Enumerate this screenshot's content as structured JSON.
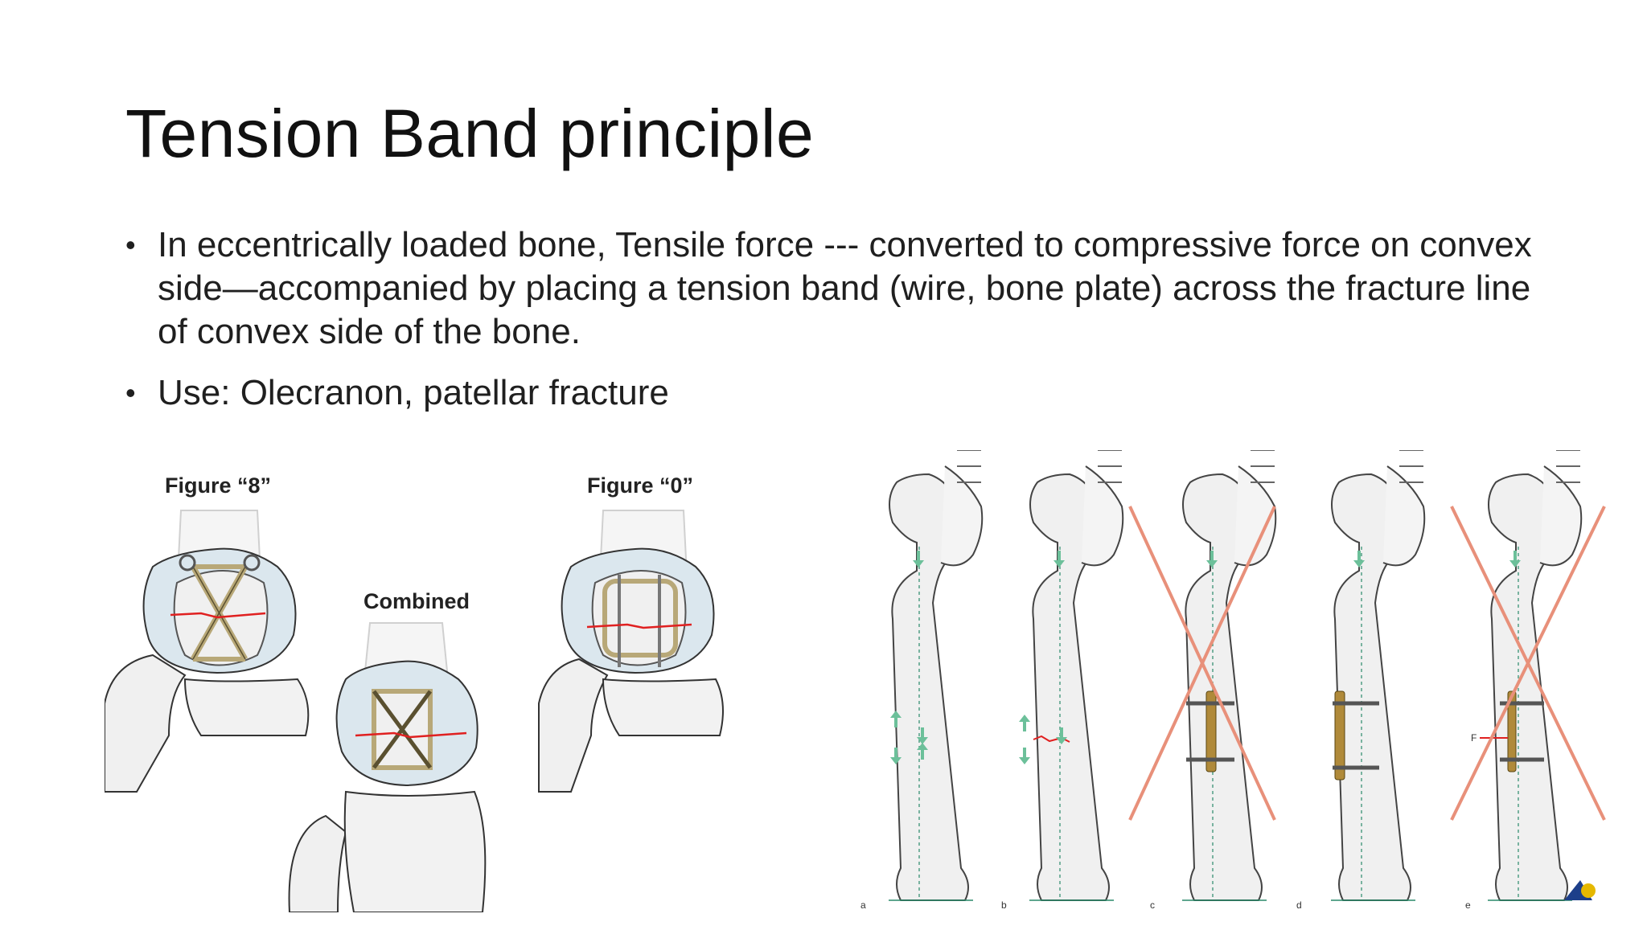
{
  "slide": {
    "title": "Tension Band principle",
    "bullets": [
      "In eccentrically loaded bone, Tensile force --- converted to compressive force on convex side—accompanied by placing a tension band (wire, bone plate) across the fracture line of convex side of the bone.",
      "Use: Olecranon, patellar fracture"
    ]
  },
  "figure_left": {
    "labels": {
      "figure8": "Figure “8”",
      "combined": "Combined",
      "figure0": "Figure “0”"
    }
  },
  "figure_right": {
    "panel_letters": [
      "a",
      "b",
      "c",
      "d",
      "e"
    ],
    "force_label": "F"
  },
  "colors": {
    "bone_fill": "#f0f0f0",
    "cartilage_fill": "#dbe7ee",
    "wire": "#b8a878",
    "fracture_line": "#e02020",
    "arrow_green": "#6cc09a",
    "cross_red": "#e8907a",
    "plate": "#b08a3a"
  }
}
